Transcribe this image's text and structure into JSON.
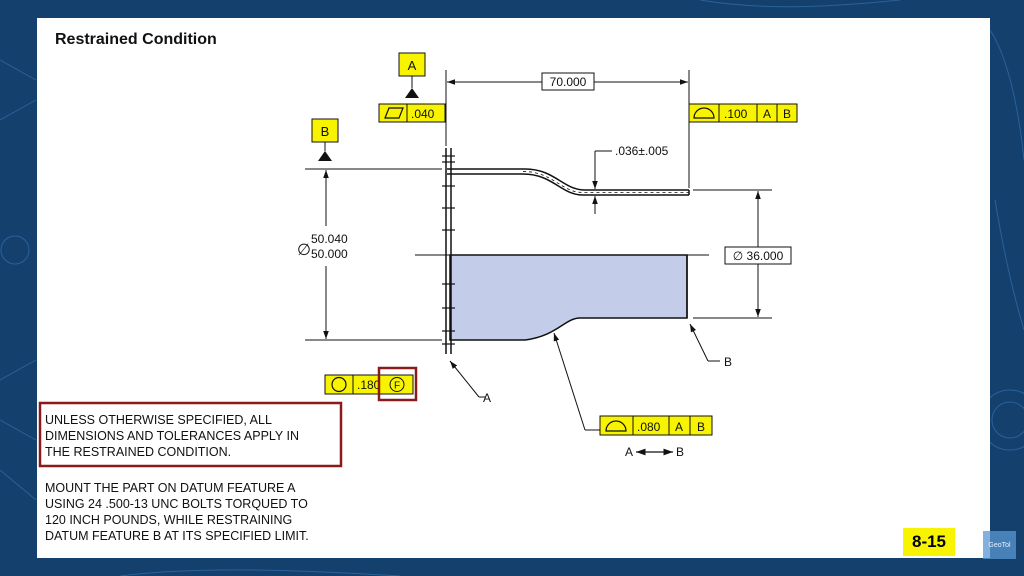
{
  "slide": {
    "title": "Restrained Condition",
    "page_number": "8-15"
  },
  "drawing": {
    "datum_a_label": "A",
    "datum_b_label": "B",
    "flatness_tolerance": ".040",
    "overall_length": "70.000",
    "top_profile": {
      "tolerance": ".100",
      "datum1": "A",
      "datum2": "B"
    },
    "wall_thickness": ".036±.005",
    "dia_upper": "50.040",
    "dia_lower": "50.000",
    "dia_symbol": "∅",
    "small_dia": "∅ 36.000",
    "circularity": {
      "tolerance": ".180",
      "modifier": "F"
    },
    "leader_a": "A",
    "leader_b": "B",
    "bottom_profile": {
      "tolerance": ".080",
      "datum1": "A",
      "datum2": "B"
    },
    "between_label_a": "A",
    "between_label_b": "B"
  },
  "notes": {
    "note1_lines": [
      "UNLESS OTHERWISE SPECIFIED, ALL",
      "DIMENSIONS AND TOLERANCES APPLY IN",
      "THE RESTRAINED CONDITION."
    ],
    "note2_lines": [
      "MOUNT THE PART ON DATUM FEATURE A",
      "USING 24 .500-13 UNC BOLTS TORQUED TO",
      "120 INCH POUNDS, WHILE RESTRAINING",
      "DATUM FEATURE B AT ITS SPECIFIED LIMIT."
    ]
  },
  "watermark": "GeoTol",
  "colors": {
    "frame_yellow": "#f8f400",
    "highlight_box": "#8b1a1a",
    "shaded_section": "#c3cce8",
    "background_blue": "#14406e"
  }
}
